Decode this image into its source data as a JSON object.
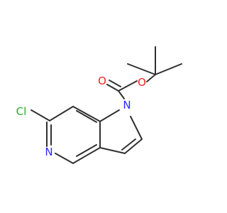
{
  "molecule": {
    "atoms": [
      {
        "id": "cl",
        "label": "Cl",
        "color": "#2ea82e"
      },
      {
        "id": "n-pyridine",
        "label": "N",
        "color": "#2b2bff"
      },
      {
        "id": "n-pyrrole",
        "label": "N",
        "color": "#2b2bff"
      },
      {
        "id": "o-carbonyl",
        "label": "O",
        "color": "#ff1f1f"
      },
      {
        "id": "o-ester",
        "label": "O",
        "color": "#ff1f1f"
      }
    ]
  }
}
